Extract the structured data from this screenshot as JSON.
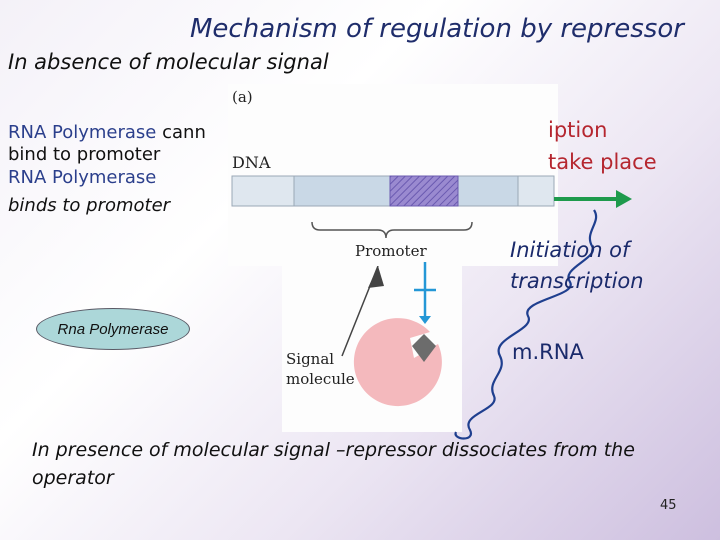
{
  "slide": {
    "title": "Mechanism of regulation by repressor",
    "subtitle": "In absence of molecular signal",
    "rnap_cannot": {
      "name": "RNA Polymerase",
      "rest_line1": " cann",
      "line2": "bind to promoter"
    },
    "rnap_binds": {
      "name": "RNA Polymerase",
      "line2": "binds to promoter"
    },
    "transcription_fragment": {
      "line1": "iption",
      "line2": "take place"
    },
    "initiation": {
      "line1": "Initiation of",
      "line2": "transcription"
    },
    "mrna_label": "m.RNA",
    "rna_polymerase_shape_label": "Rna Polymerase",
    "presence_text": "In presence of molecular signal –repressor  dissociates from the operator",
    "page_number": "45"
  },
  "diagram": {
    "panel_label": "(a)",
    "dna_label": "DNA",
    "promoter_label": "Promoter",
    "signal_molecule_line1": "Signal",
    "signal_molecule_line2": "molecule"
  },
  "colors": {
    "title_blue": "#1f2d6b",
    "transcription_red": "#b5262f",
    "arrow_green": "#1e9a4c",
    "mrna_squiggle": "#1f3f8f",
    "repressor_pink": "#f4b9bd",
    "signal_gray": "#6c6c6c",
    "downward_arrow_blue": "#2497d6",
    "rna_polymerase_fill": "#acd7d9"
  }
}
